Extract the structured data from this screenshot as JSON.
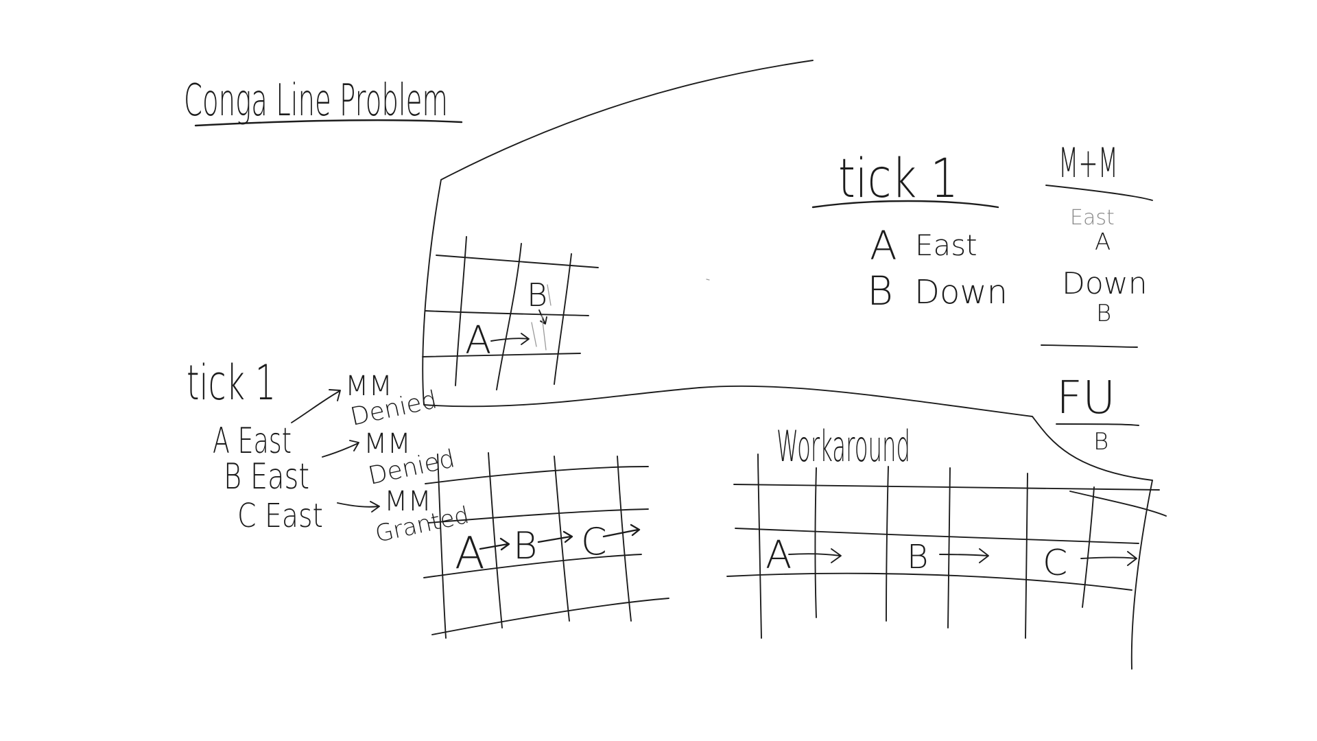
{
  "canvas": {
    "background": "#ffffff",
    "ink_color": "#1c1c1c",
    "faint_color": "#8a8a8a"
  },
  "title": "Conga Line Problem",
  "top_grid": {
    "label_a": "A",
    "label_b": "B"
  },
  "tick_panel": {
    "heading": "tick 1",
    "rows": [
      {
        "id": "A",
        "dir": "East"
      },
      {
        "id": "B",
        "dir": "Down"
      }
    ]
  },
  "mm_panel": {
    "heading": "M+M",
    "east_label": "East",
    "east_piece": "A",
    "down_label": "Down",
    "down_piece": "B",
    "fu_label": "FU",
    "fu_piece": "B"
  },
  "left_tick": {
    "heading": "tick 1",
    "rows": [
      {
        "text": "A East",
        "mm": "MM",
        "result": "Denied"
      },
      {
        "text": "B East",
        "mm": "MM",
        "result": "Denied"
      },
      {
        "text": "C East",
        "mm": "MM",
        "result": "Granted"
      }
    ]
  },
  "bottom_grid": {
    "labels": [
      "A",
      "B",
      "C"
    ]
  },
  "workaround": {
    "heading": "Workaround",
    "labels": [
      "A",
      "B",
      "C"
    ]
  }
}
